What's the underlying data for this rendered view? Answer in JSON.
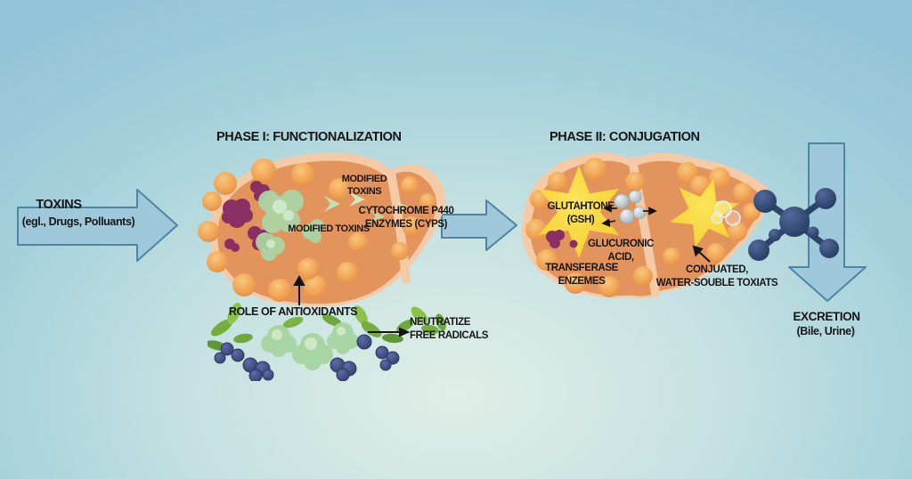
{
  "diagram": {
    "toxins": {
      "title": "TOXINS",
      "subtitle": "(egl., Drugs, Polluants)"
    },
    "phase1": {
      "title": "PHASE I: FUNCTIONALIZATION",
      "modified_toxins_top": "MODIFIED\nTOXINS",
      "cytochrome_enzymes": "CYTOCHROME P440\nENZYMES (CYPS)",
      "modified_toxins": "MODIFIED TOXINS"
    },
    "antioxidants": {
      "title": "ROLE OF ANTIOXIDANTS",
      "effect": "NEUTRATIZE\nFREE RADICALS"
    },
    "phase2": {
      "title": "PHASE II: CONJUGATION",
      "glutathione": "GLUTAHTONE\n(GSH)",
      "glucuronic_acid": "GLUCURONIC\nACID,",
      "transferase_enzymes": "TRANSFERASE\nENZEMES",
      "conjugated_toxins": "CONJUATED,\nWATER-SOUBLE TOXIATS"
    },
    "excretion": {
      "title": "EXCRETION",
      "subtitle": "(Bile, Urine)"
    }
  },
  "palette": {
    "background_edge": "#93c4d7",
    "background_center": "#e0efe7",
    "arrow_fill": "#9fc8da",
    "arrow_border": "#4d85a4",
    "liver_rim": "#f4cba6",
    "liver_fill": "#e2945c",
    "bubble_orange": "#ee9f54",
    "toxin_purple": "#8b2e63",
    "antioxidant_green": "#abd6a6",
    "star_yellow": "#f8d93a",
    "silver_sphere": "#b9c7cc",
    "molecule_navy": "#2e4368",
    "berry_navy": "#3f4e86",
    "leaf_green": "#76ad3e",
    "text": "#161616"
  }
}
